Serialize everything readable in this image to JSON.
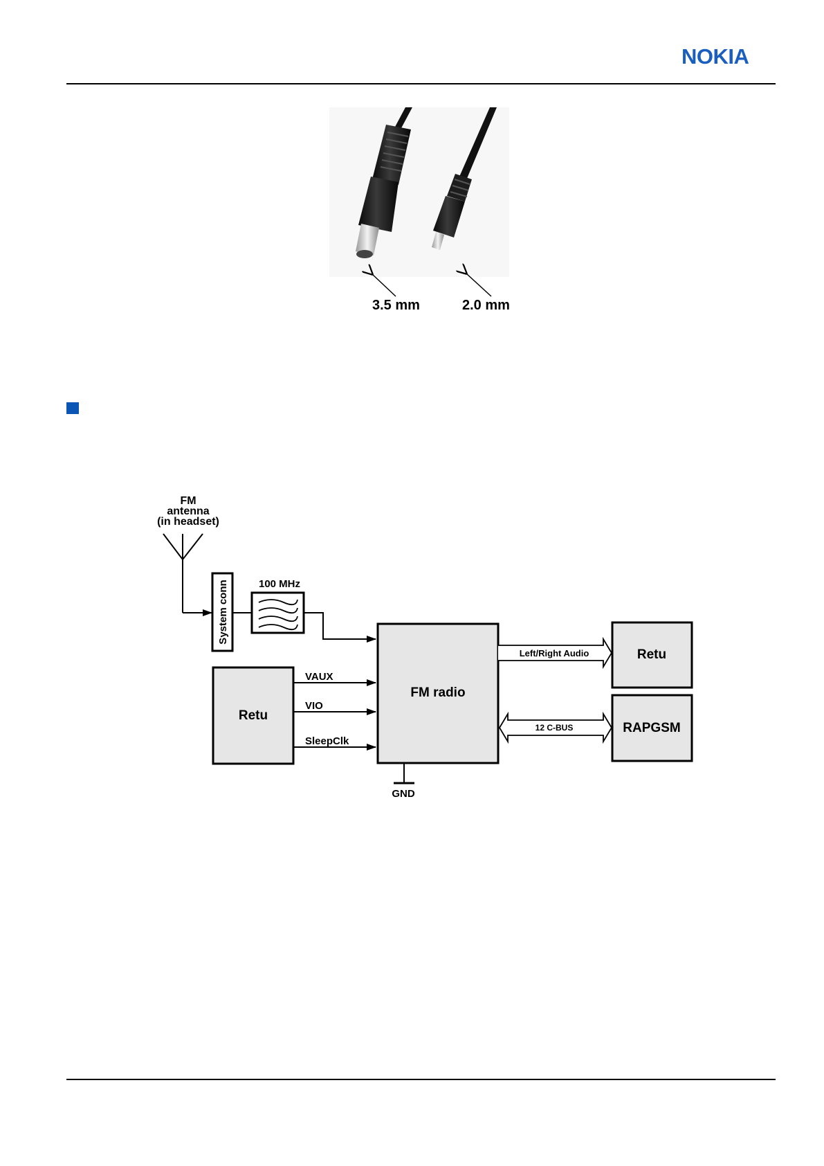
{
  "header": {
    "logo_text": "NOKIA",
    "logo_color": "#1a5fbf"
  },
  "photo": {
    "label_left": "3.5 mm",
    "label_right": "2.0 mm"
  },
  "section": {
    "bullet_color": "#0b55b5"
  },
  "diagram": {
    "antenna_label_1": "FM",
    "antenna_label_2": "antenna",
    "antenna_label_3": "(in headset)",
    "system_conn": "System conn",
    "filter_label": "100 MHz",
    "fm_radio": "FM radio",
    "retu_left": "Retu",
    "retu_right": "Retu",
    "rapgsm": "RAPGSM",
    "vaux": "VAUX",
    "vio": "VIO",
    "sleepclk": "SleepClk",
    "lr_audio": "Left/Right Audio",
    "cbus": "12 C-BUS",
    "gnd": "GND"
  }
}
